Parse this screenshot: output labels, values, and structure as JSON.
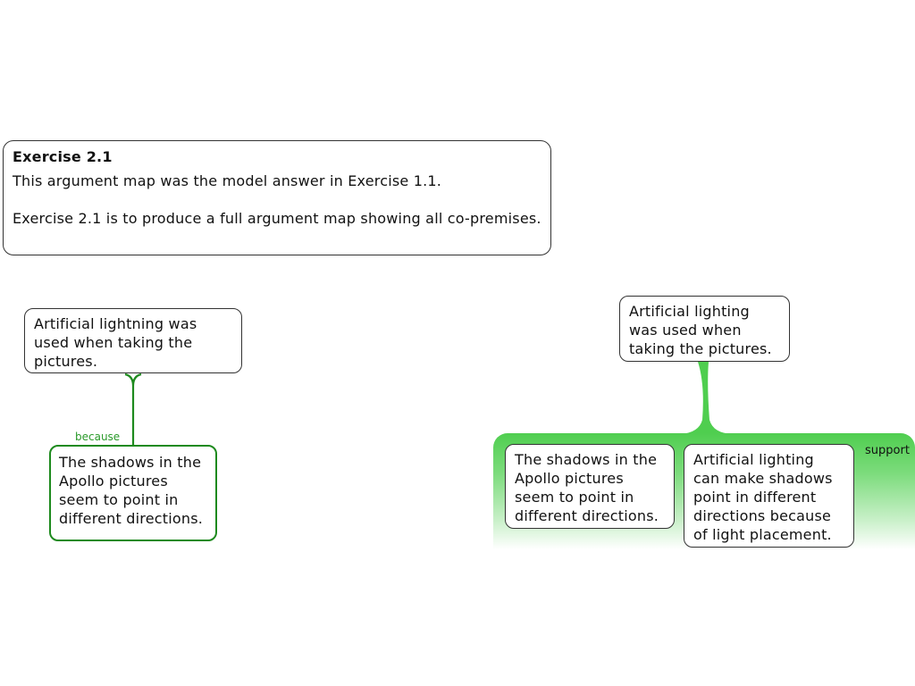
{
  "exercise": {
    "title": "Exercise 2.1",
    "line1": "This argument map was the model answer in Exercise 1.1.",
    "line2": "Exercise 2.1 is to produce a full argument map showing all co-premises."
  },
  "left_map": {
    "claim": "Artificial lightning was used when taking the pictures.",
    "connector_label": "because",
    "reason": "The shadows in the Apollo pictures seem to point in different directions."
  },
  "right_map": {
    "claim": "Artificial lighting was used when taking the pictures.",
    "group_label": "support",
    "premise_1": "The shadows in the Apollo pictures seem to point in different directions.",
    "premise_2": "Artificial lighting can make shadows point in different directions because of light placement."
  },
  "colors": {
    "because_green": "#1e8a1e",
    "support_green": "#4fce4f"
  }
}
